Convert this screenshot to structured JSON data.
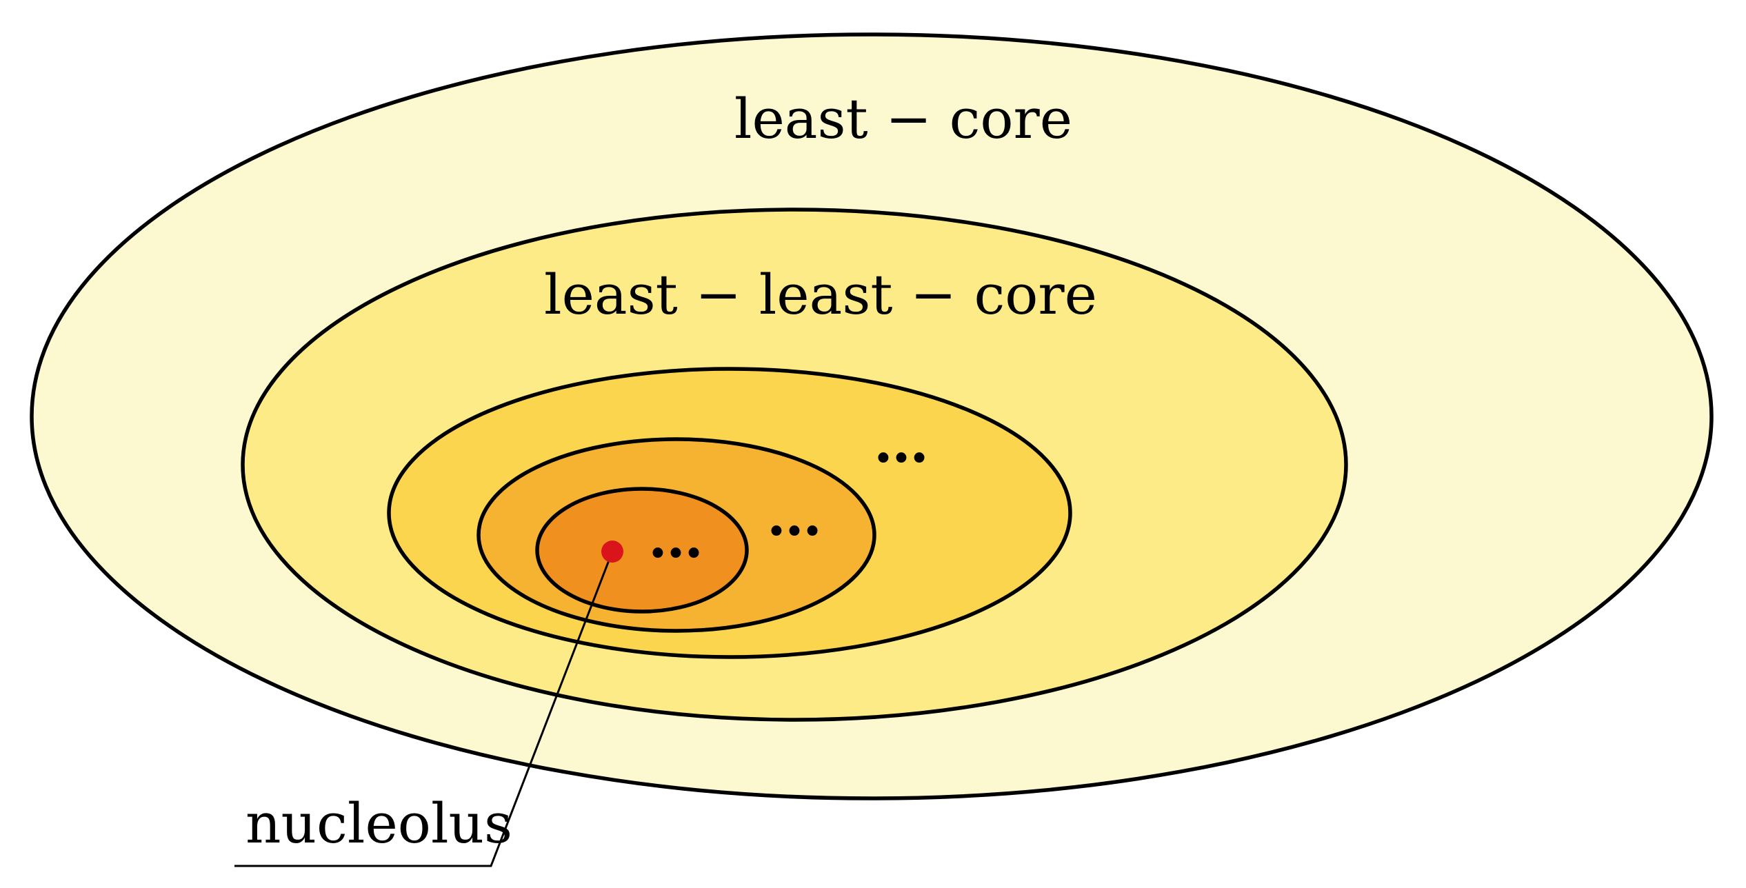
{
  "diagram": {
    "labels": {
      "least_core": "least − core",
      "least_least_core": "least − least − core",
      "nucleolus": "nucleolus",
      "ellipsis": "…"
    },
    "colors": {
      "ring_1": "#fcf8cf",
      "ring_2": "#fdeb87",
      "ring_3": "#fcd54e",
      "ring_4": "#f6b332",
      "ring_5": "#f0901f",
      "nucleolus_point": "#d9141b",
      "stroke": "#000000"
    }
  }
}
